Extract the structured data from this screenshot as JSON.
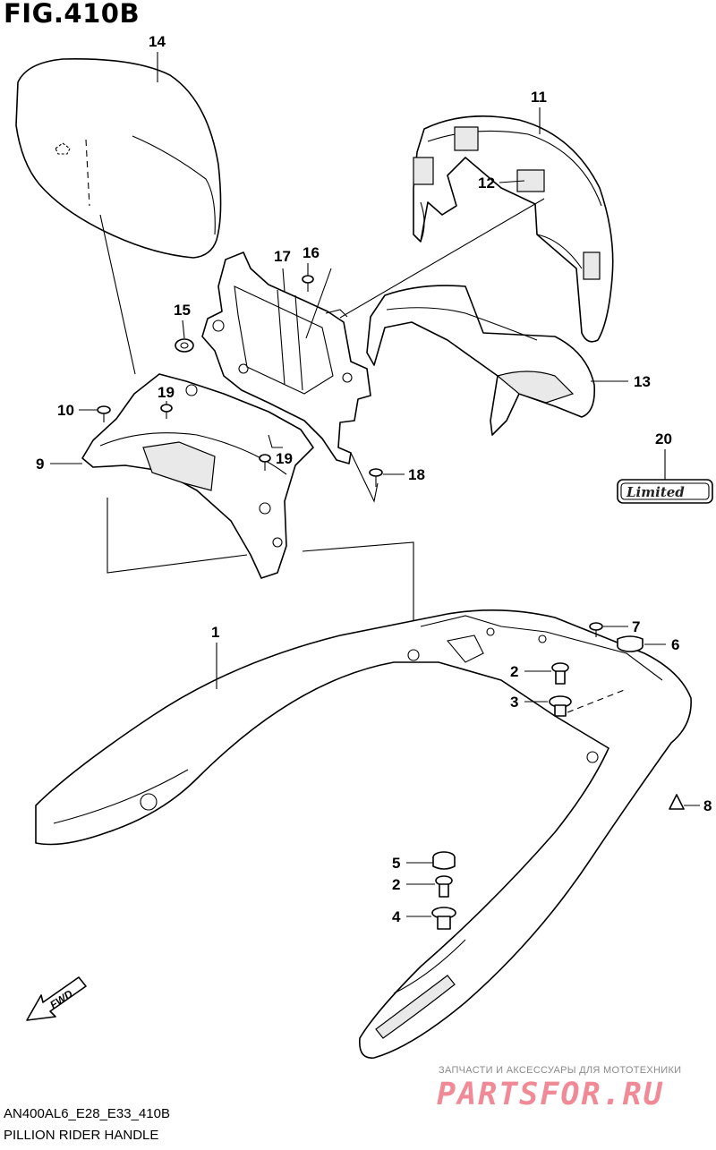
{
  "figure": {
    "title": "FIG.410B",
    "model_code": "AN400AL6_E28_E33_410B",
    "section_name": "PILLION RIDER HANDLE"
  },
  "emblem": {
    "text": "Limited"
  },
  "watermark": {
    "tagline": "ЗАПЧАСТИ И АКСЕССУАРЫ ДЛЯ МОТОТЕХНИКИ",
    "brand": "PARTSFOR.RU"
  },
  "callouts": {
    "c1": "1",
    "c2a": "2",
    "c2b": "2",
    "c3": "3",
    "c4": "4",
    "c5": "5",
    "c6": "6",
    "c7": "7",
    "c8": "8",
    "c9": "9",
    "c10": "10",
    "c11": "11",
    "c12": "12",
    "c13": "13",
    "c14": "14",
    "c15": "15",
    "c16": "16",
    "c17": "17",
    "c18": "18",
    "c19a": "19",
    "c19b": "19",
    "c20": "20"
  },
  "fwd_arrow": {
    "label": "FWD",
    "icon": "fwd-arrow-icon"
  },
  "colors": {
    "line": "#000000",
    "watermark_brand": "#f08a96",
    "watermark_tagline": "#8a8a8a"
  }
}
